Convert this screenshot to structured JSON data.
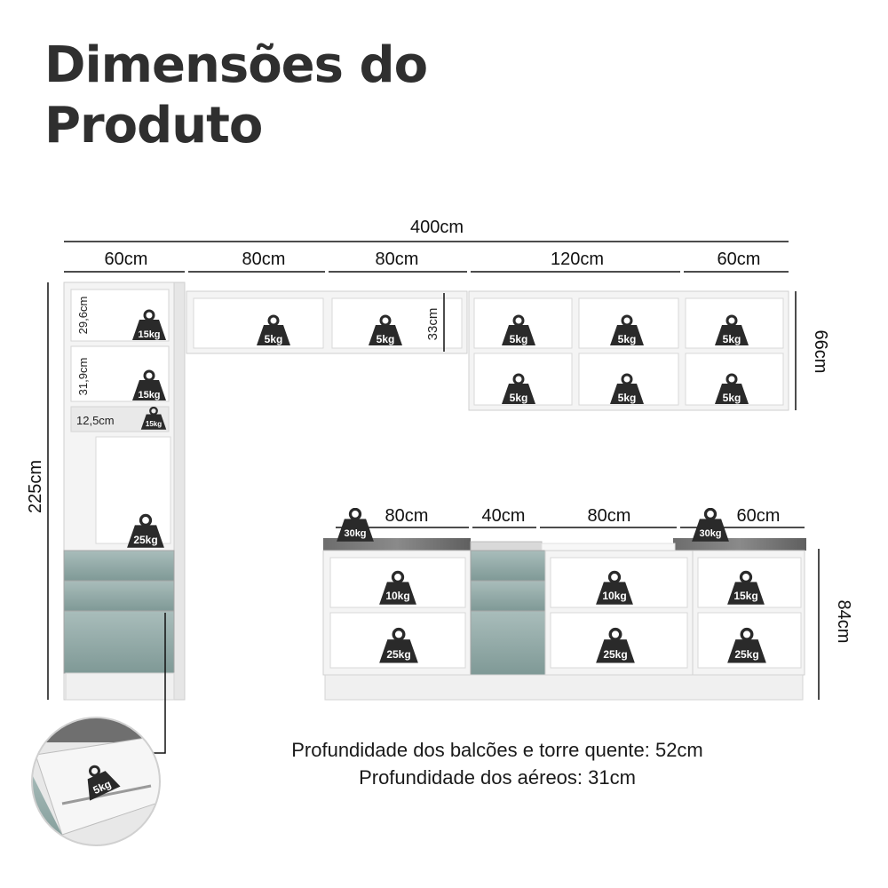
{
  "title": {
    "line1": "Dimensões do",
    "line2": "Produto"
  },
  "dimensions": {
    "total_width": "400cm",
    "upper_widths": [
      "60cm",
      "80cm",
      "80cm",
      "120cm",
      "60cm"
    ],
    "upper_height": "66cm",
    "upper_small_height": "33cm",
    "tower_height": "225cm",
    "tower_niches": [
      "29,6cm",
      "31,9cm",
      "12,5cm"
    ],
    "base_widths": [
      "80cm",
      "40cm",
      "80cm",
      "60cm"
    ],
    "base_height": "84cm"
  },
  "weights": {
    "tower": [
      "15kg",
      "15kg",
      "15kg",
      "25kg"
    ],
    "upper_row1": [
      "5kg",
      "5kg",
      "5kg",
      "5kg",
      "5kg"
    ],
    "upper_row2": [
      "5kg",
      "5kg",
      "5kg"
    ],
    "countertop": [
      "30kg",
      "30kg"
    ],
    "base_shelf_upper": [
      "10kg",
      "10kg",
      "15kg"
    ],
    "base_shelf_lower": [
      "25kg",
      "25kg",
      "25kg"
    ],
    "drawer": "5kg"
  },
  "notes": {
    "depth_base": "Profundidade dos balcões e torre quente: 52cm",
    "depth_upper": "Profundidade dos aéreos: 31cm"
  },
  "colors": {
    "cabinet": "#f2f2f2",
    "edge": "#c9c9c9",
    "glass": "#8fa8a6",
    "stone": "#6e6e6e",
    "weight_icon": "#2a2a2a"
  }
}
